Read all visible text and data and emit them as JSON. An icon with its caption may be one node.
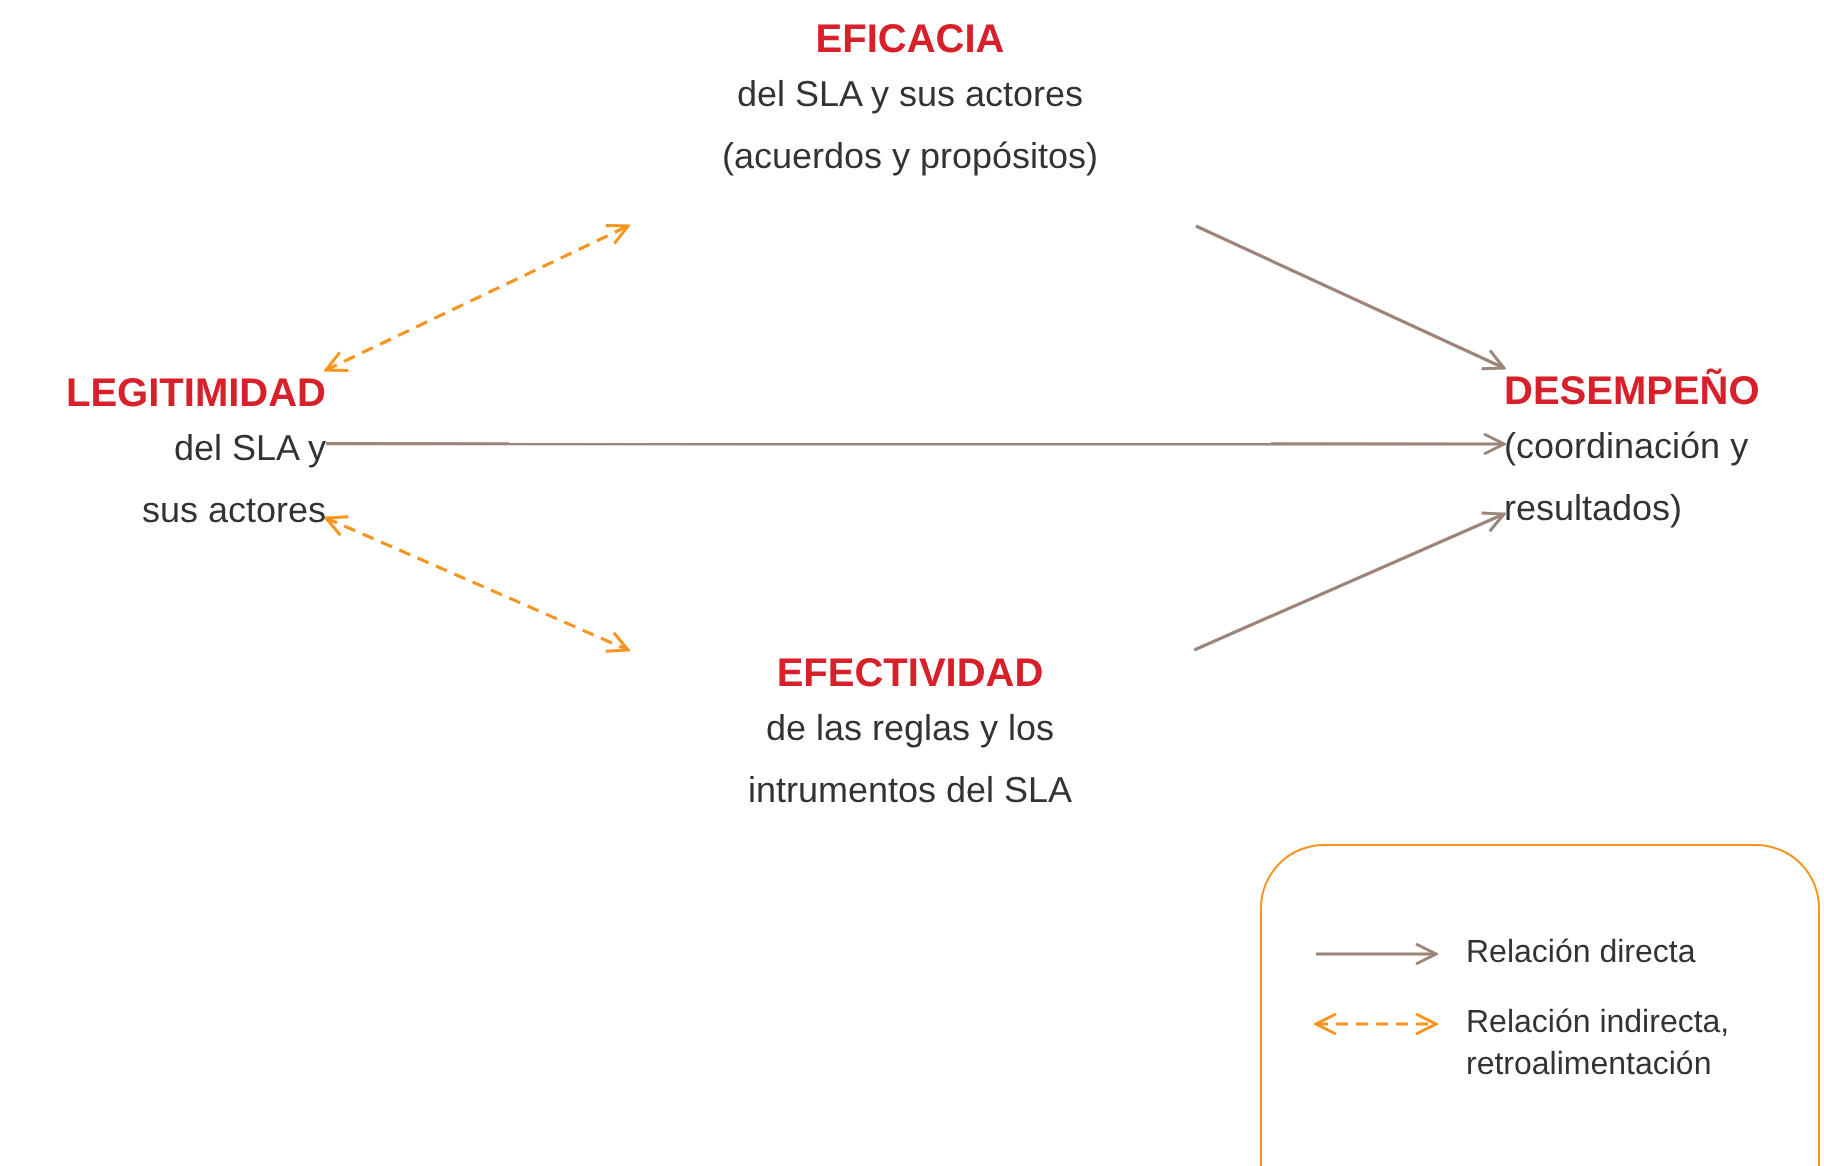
{
  "diagram": {
    "nodes": [
      {
        "text": [
          "EFICACIA",
          "del SLA y sus actores (acuerdos y propósitos)"
        ]
      },
      {
        "text": [
          "LEGITIMIDAD",
          "del SLA y sus actores"
        ]
      },
      {
        "text": [
          "DESEMPEÑO",
          "(coordinación y resultados)"
        ]
      },
      {
        "text": [
          "EFECTIVIDAD",
          "de las reglas y los intrumentos del SLA"
        ]
      }
    ],
    "edges": [
      {
        "from": 0,
        "to": 2,
        "arrow": "to"
      },
      {
        "from": 1,
        "to": 2,
        "arrow": "to"
      },
      {
        "from": 3,
        "to": 2,
        "arrow": "to"
      },
      {
        "from": 1,
        "to": 0,
        "arrow": "both",
        "style": "dashed",
        "color": "#f7941d"
      },
      {
        "from": 1,
        "to": 3,
        "arrow": "both",
        "style": "dashed",
        "color": "#f7941d"
      }
    ],
    "legend": [
      {
        "text": "Relación directa"
      },
      {
        "text": "Relación indirecta, retroalimentación"
      }
    ]
  }
}
